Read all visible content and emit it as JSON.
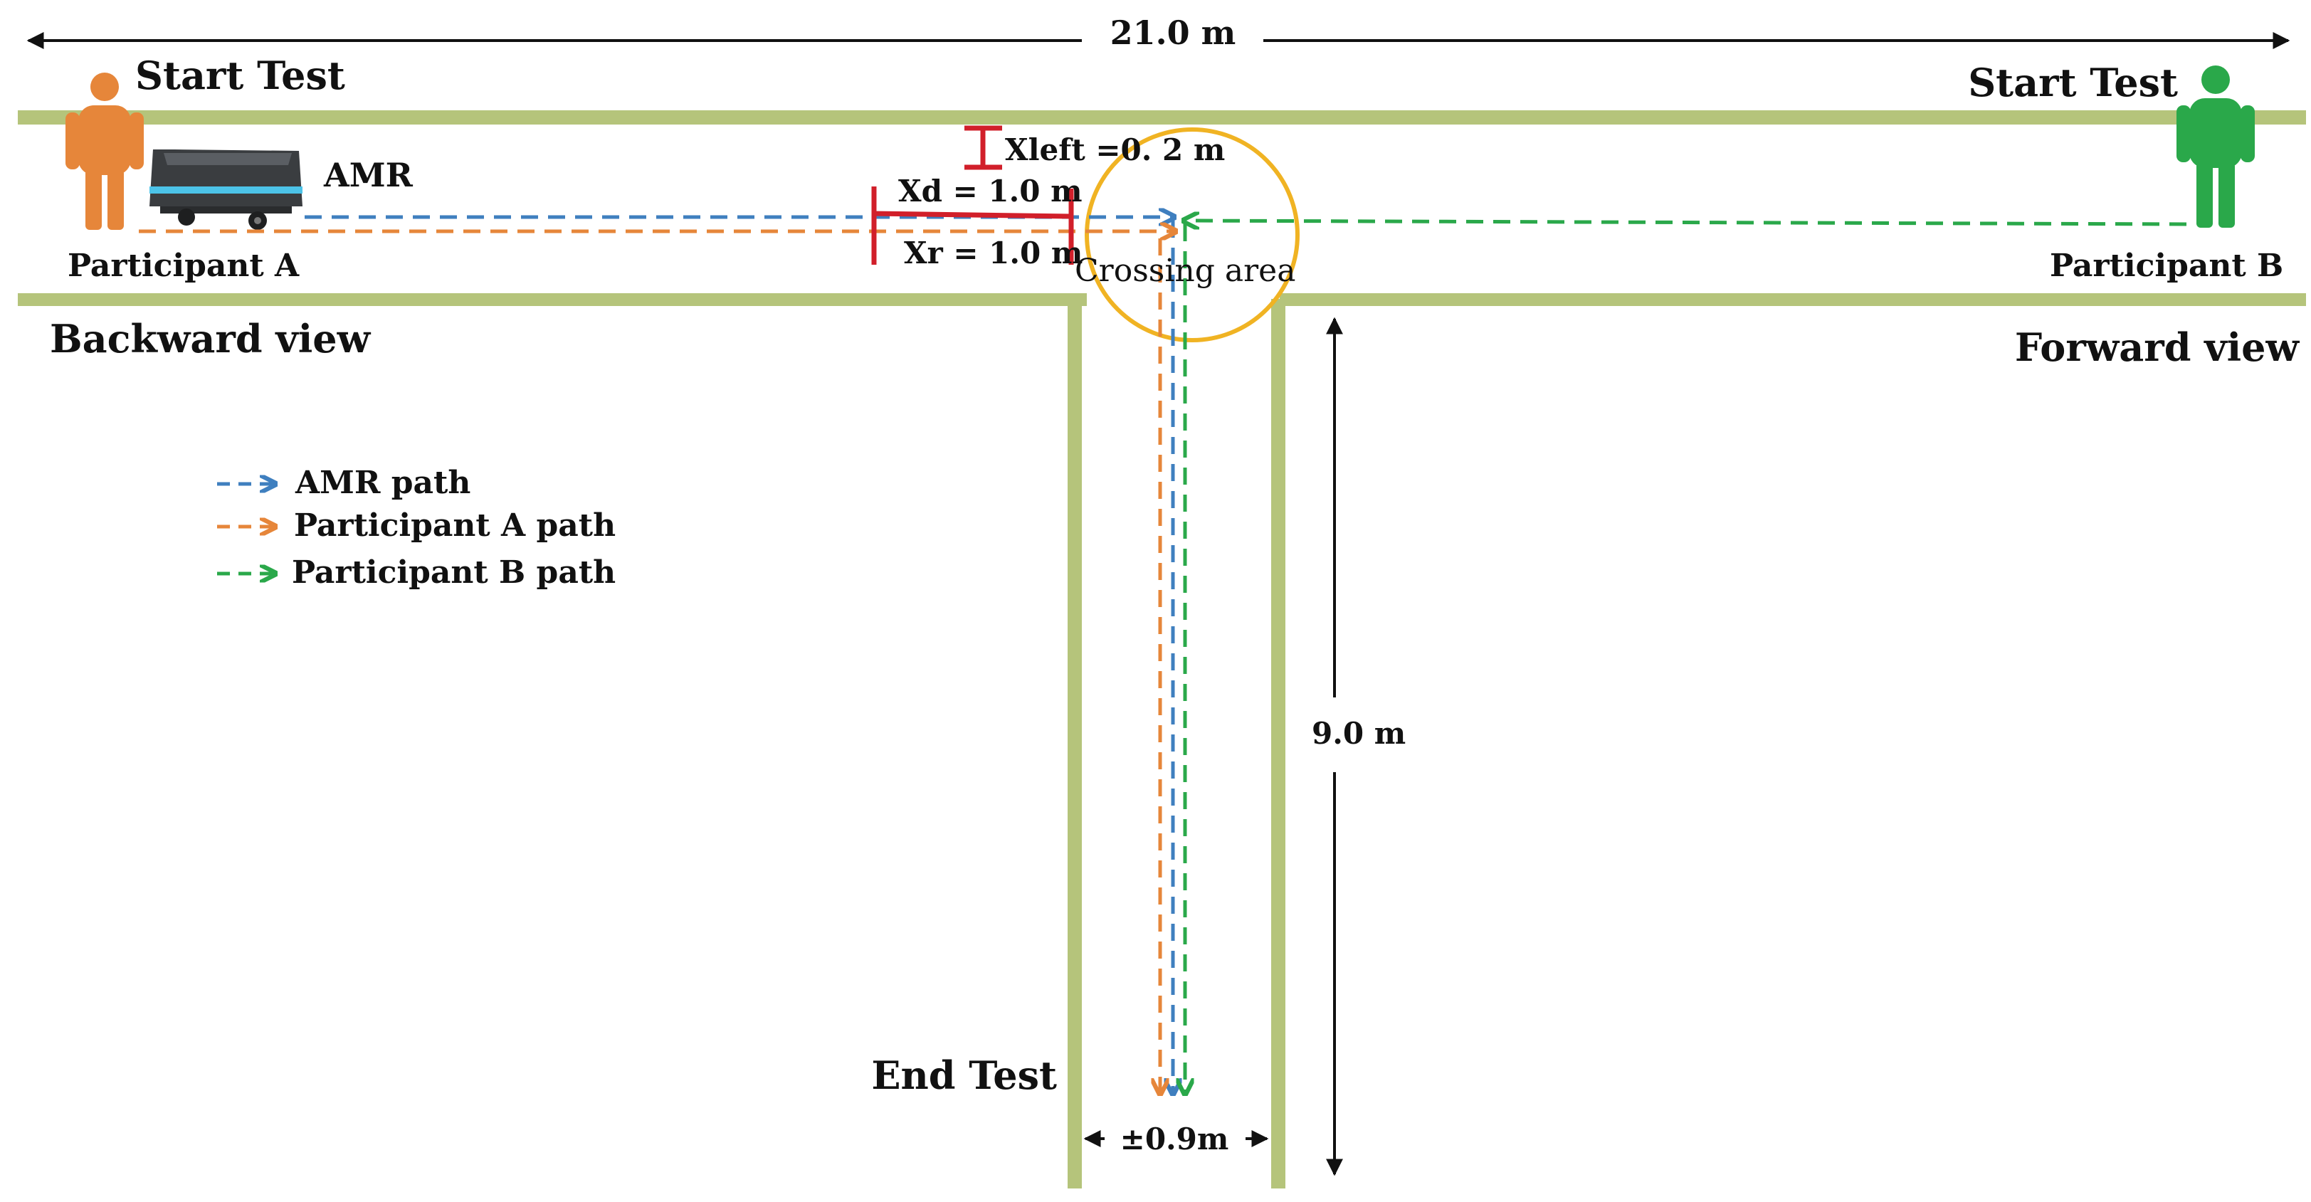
{
  "colors": {
    "corridor": "#b5c47b",
    "amr_path": "#3f7fbf",
    "participant_a": "#e6863a",
    "participant_b": "#2aa84a",
    "marker": "#d11f2a",
    "crossing_circle": "#f0b323"
  },
  "labels": {
    "total_length": "21.0 m",
    "start_left": "Start Test",
    "start_right": "Start Test",
    "amr": "AMR",
    "participant_a": "Participant A",
    "participant_b": "Participant B",
    "backward_view": "Backward view",
    "forward_view": "Forward view",
    "xleft": "Xleft =0. 2 m",
    "xd": "Xd = 1.0 m",
    "xr": "Xr = 1.0 m",
    "crossing_area": "Crossing area",
    "vertical_length": "9.0 m",
    "end_test": "End Test",
    "width": "±0.9m"
  },
  "legend": [
    {
      "label": "AMR path",
      "color": "#3f7fbf"
    },
    {
      "label": "Participant A path",
      "color": "#e6863a"
    },
    {
      "label": "Participant B path",
      "color": "#2aa84a"
    }
  ],
  "icons": [
    "person-icon",
    "amr-robot-icon",
    "arrow-icon"
  ]
}
